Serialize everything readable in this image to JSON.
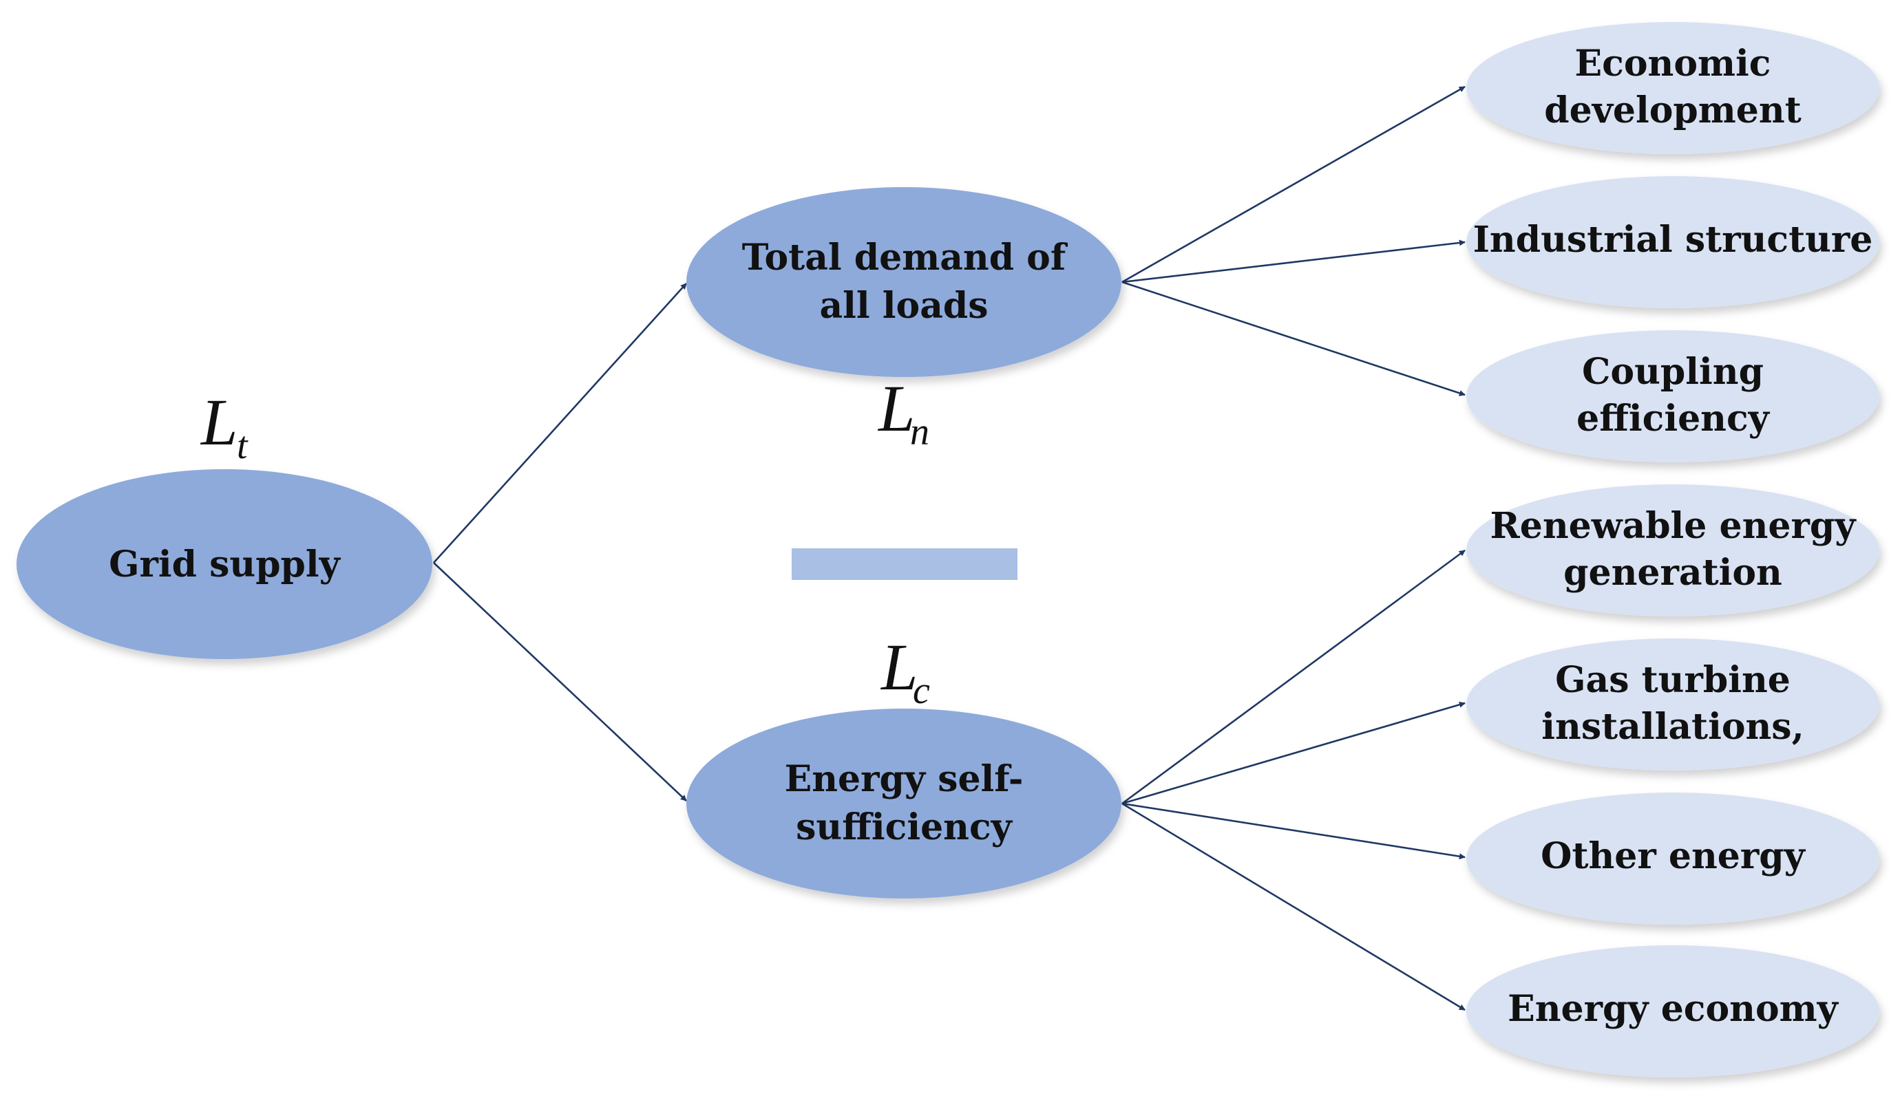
{
  "nodes": {
    "grid_supply": {
      "lines": [
        "Grid supply"
      ],
      "symbol": "L",
      "symbol_sub": "t"
    },
    "total_demand": {
      "lines": [
        "Total demand of",
        "all loads"
      ],
      "symbol": "L",
      "symbol_sub": "n"
    },
    "self_sufficiency": {
      "lines": [
        "Energy self-",
        "sufficiency"
      ],
      "symbol": "L",
      "symbol_sub": "c"
    }
  },
  "demand_factors": [
    {
      "lines": [
        "Economic",
        "development"
      ]
    },
    {
      "lines": [
        "Industrial structure"
      ]
    },
    {
      "lines": [
        "Coupling",
        "efficiency"
      ]
    }
  ],
  "supply_factors": [
    {
      "lines": [
        "Renewable energy",
        "generation"
      ]
    },
    {
      "lines": [
        "Gas turbine",
        "installations,"
      ]
    },
    {
      "lines": [
        "Other energy"
      ]
    },
    {
      "lines": [
        "Energy economy"
      ]
    }
  ],
  "colors": {
    "main_node": "#8eaadb",
    "leaf_node": "#d9e2f3",
    "minus_bar": "#a9bfe3",
    "edge": "#1f3864"
  }
}
